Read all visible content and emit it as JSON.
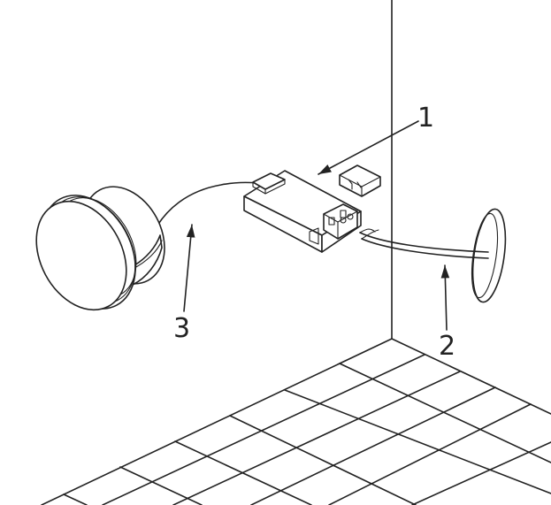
{
  "callouts": [
    {
      "id": "driver",
      "label": "1"
    },
    {
      "id": "mains-cable",
      "label": "2"
    },
    {
      "id": "light-cable",
      "label": "3"
    }
  ],
  "colors": {
    "line": "#222222",
    "background": "#ffffff"
  }
}
